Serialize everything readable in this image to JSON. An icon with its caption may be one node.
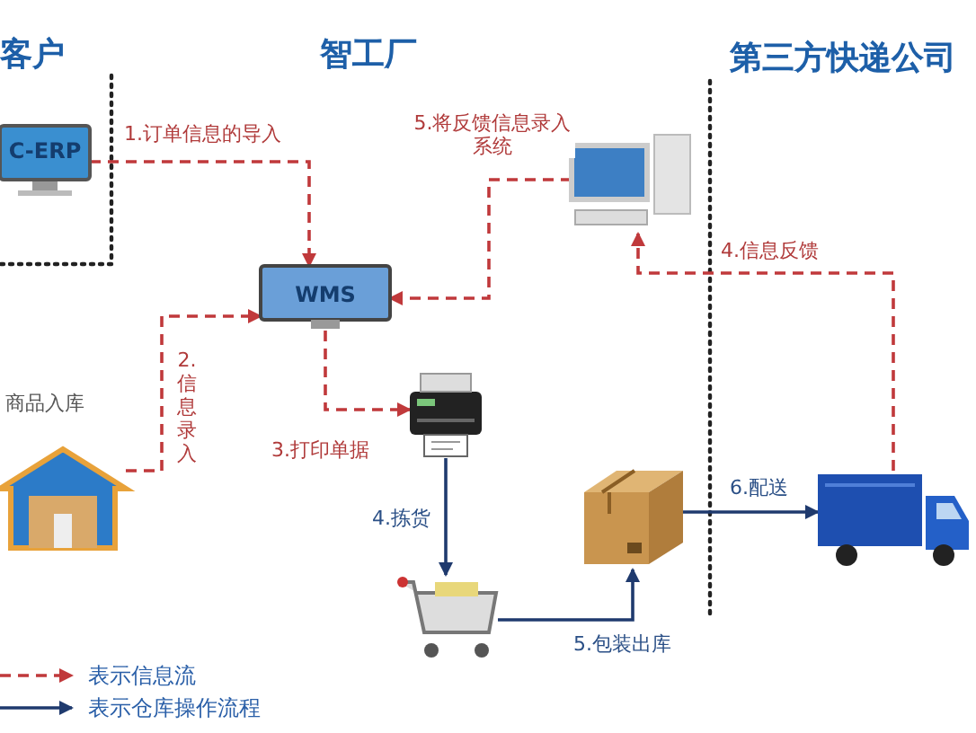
{
  "diagram": {
    "nodes": [
      {
        "text": [
          "C-ERP"
        ]
      },
      {
        "text": [
          "WMS"
        ]
      },
      {
        "text": [],
        "shape": "picture"
      },
      {
        "text": [],
        "shape": "picture",
        "beside": [
          "商品入库"
        ]
      },
      {
        "text": [],
        "shape": "picture"
      },
      {
        "text": [],
        "shape": "picture"
      },
      {
        "text": [],
        "shape": "picture"
      },
      {
        "text": [],
        "shape": "picture"
      }
    ],
    "edges": [
      {
        "from": 0,
        "to": 1,
        "arrow": "to",
        "label": "1.订单信息的导入",
        "style": "dashed",
        "color": "#c0393b"
      },
      {
        "from": 2,
        "to": 1,
        "arrow": "to",
        "label": "5.将反馈信息录入系统",
        "style": "dashed",
        "color": "#c0393b"
      },
      {
        "from": 7,
        "to": 2,
        "arrow": "to",
        "label": "4.信息反馈",
        "style": "dashed",
        "color": "#c0393b"
      },
      {
        "from": 3,
        "to": 1,
        "arrow": "to",
        "label": "2.信息录入",
        "style": "dashed",
        "color": "#c0393b"
      },
      {
        "from": 1,
        "to": 4,
        "arrow": "to",
        "label": "3.打印单据",
        "style": "dashed",
        "color": "#c0393b"
      },
      {
        "from": 4,
        "to": 5,
        "arrow": "to",
        "label": "4.拣货",
        "color": "#1f3a6e"
      },
      {
        "from": 5,
        "to": 6,
        "arrow": "to",
        "label": "5.包装出库",
        "color": "#1f3a6e"
      },
      {
        "from": 6,
        "to": 7,
        "arrow": "to",
        "label": "6.配送",
        "color": "#1f3a6e"
      }
    ],
    "labels": [
      "客户",
      "智工厂",
      "第三方快递公司"
    ],
    "legend": [
      {
        "text": "表示信息流"
      },
      {
        "text": "表示仓库操作流程"
      }
    ]
  }
}
